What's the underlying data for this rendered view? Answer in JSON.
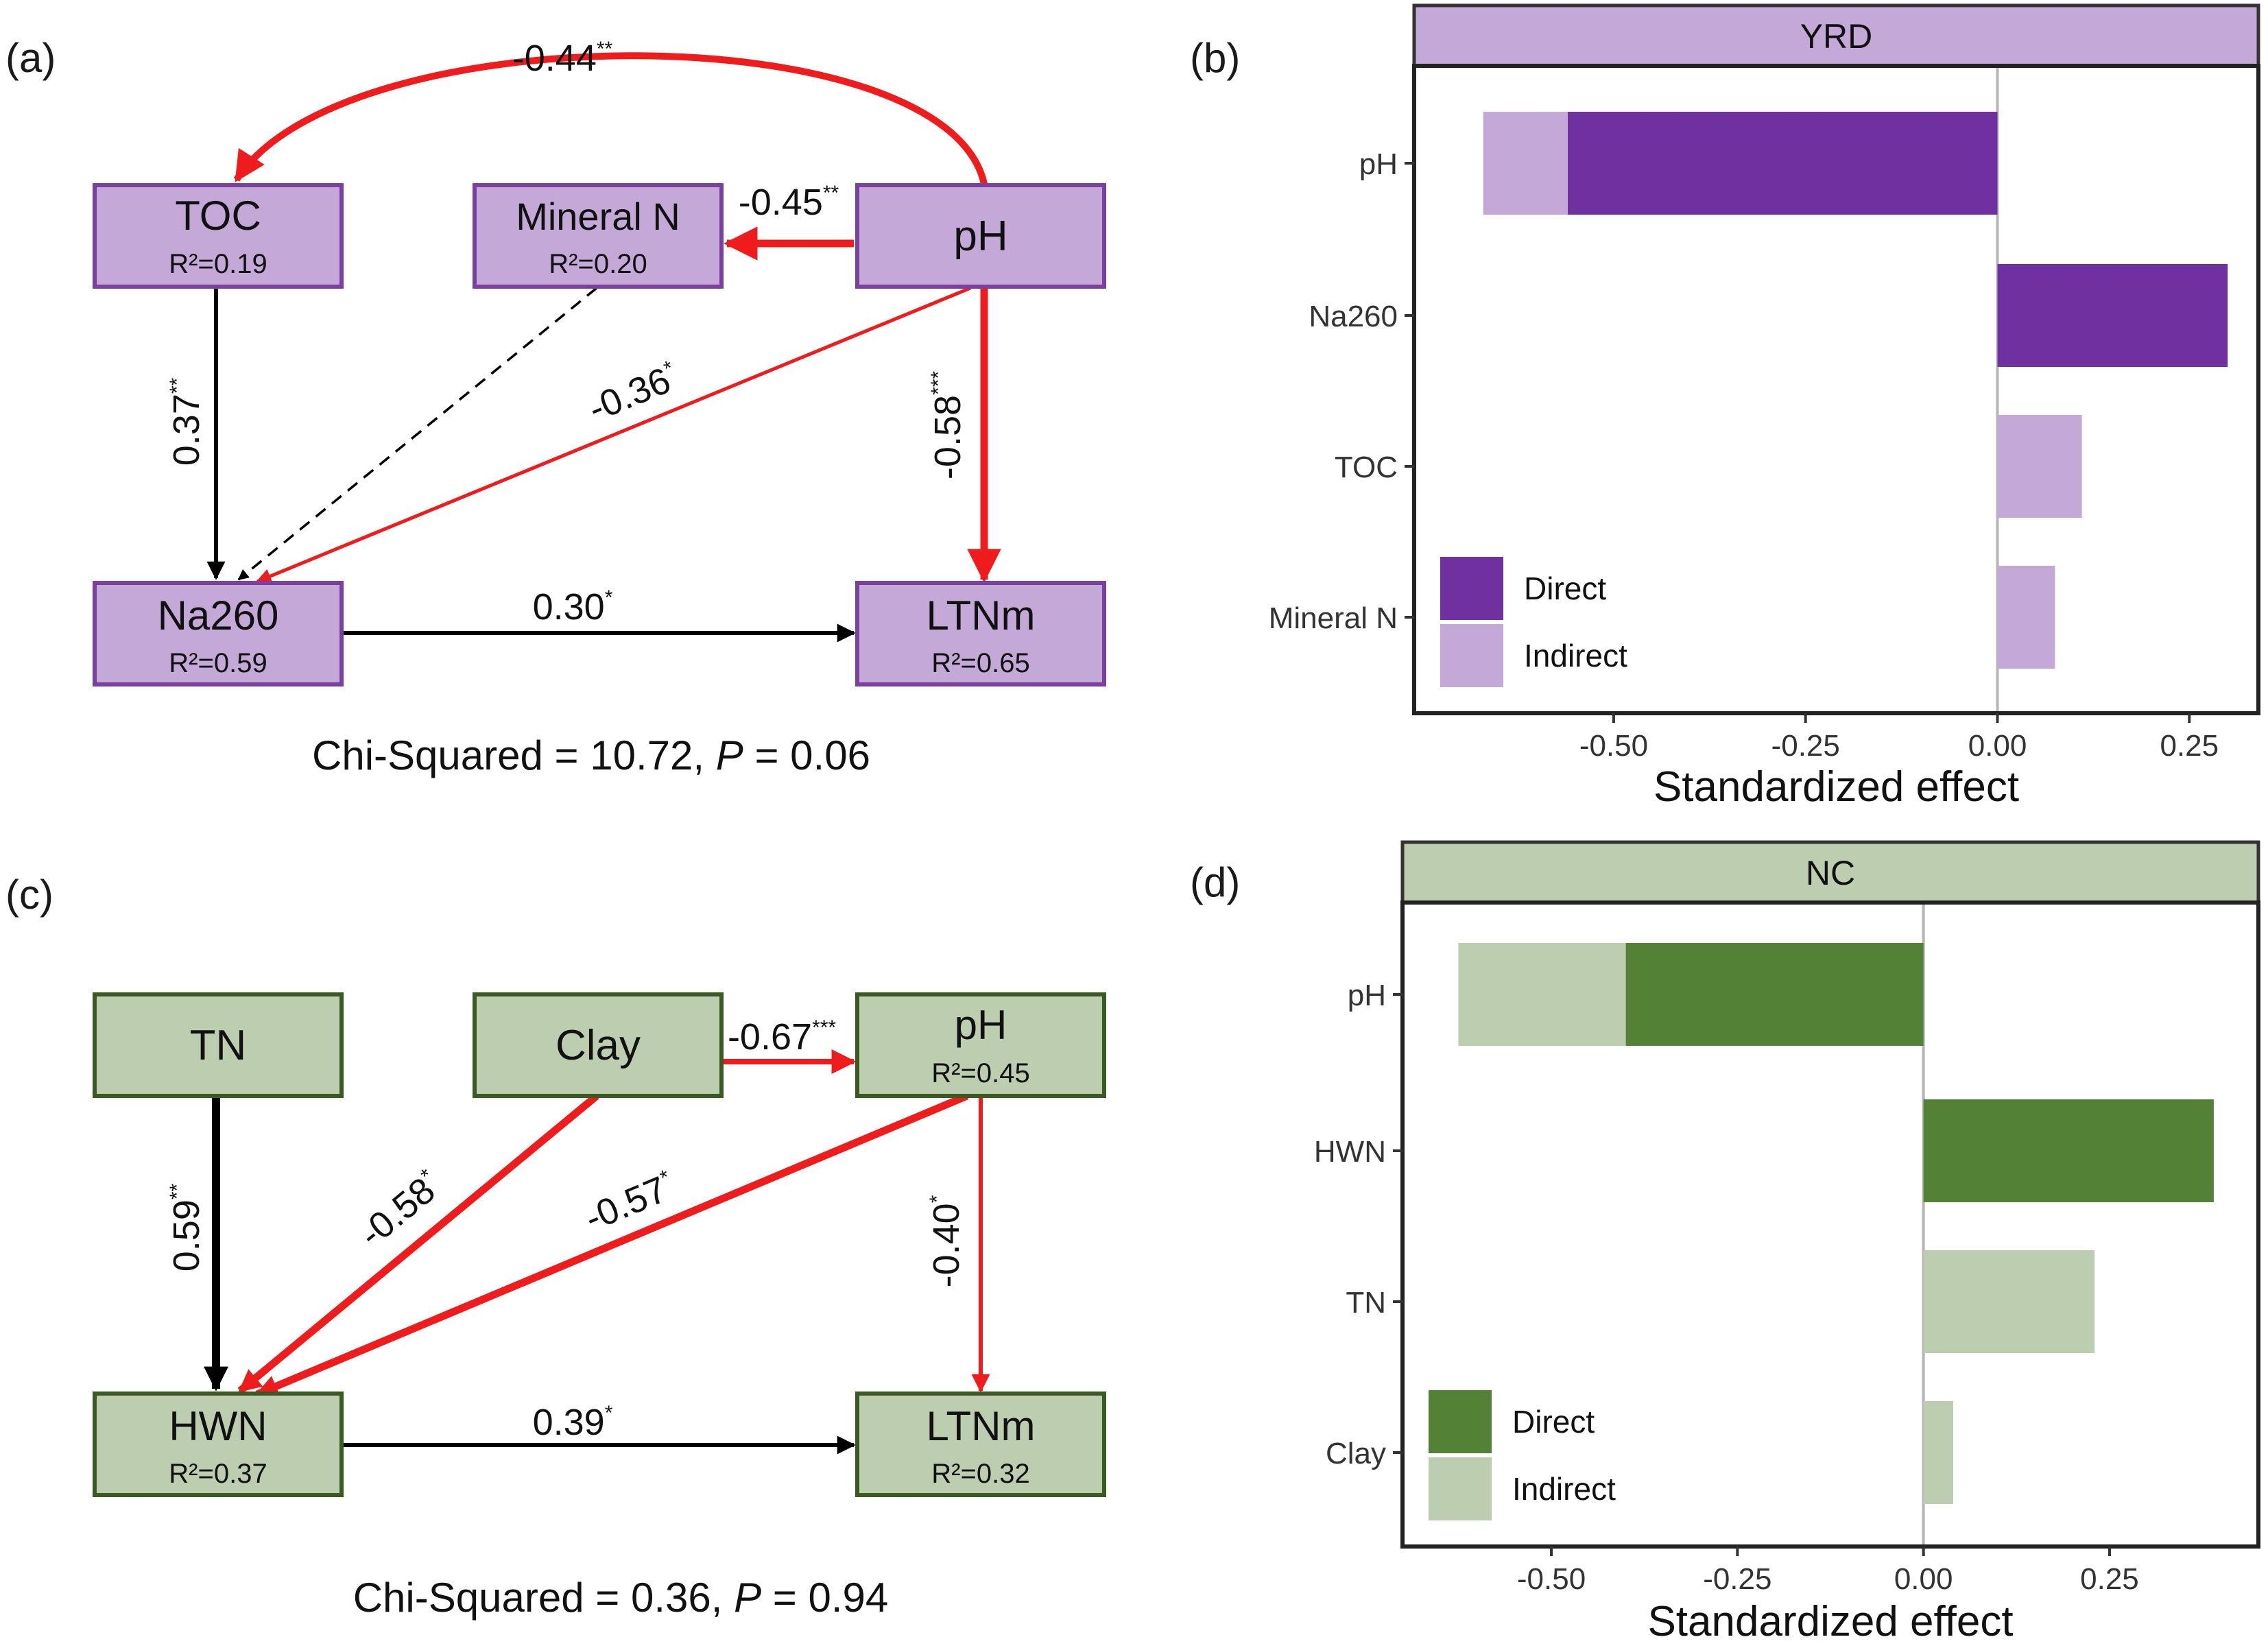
{
  "sem_panels": [
    {
      "id": "a",
      "panel_label": "(a)",
      "fill": "#c4a9d8",
      "stroke": "#7b3fa0",
      "nodes": [
        {
          "id": "TOC",
          "label": "TOC",
          "r2": "R²=0.19"
        },
        {
          "id": "MinN",
          "label": "Mineral N",
          "r2": "R²=0.20"
        },
        {
          "id": "pH",
          "label": "pH",
          "r2": ""
        },
        {
          "id": "Na260",
          "label": "Na260",
          "r2": "R²=0.59"
        },
        {
          "id": "LTNm",
          "label": "LTNm",
          "r2": "R²=0.65"
        }
      ],
      "paths": [
        {
          "from": "pH",
          "to": "TOC",
          "coef": "-0.44",
          "sig": "**",
          "color": "red"
        },
        {
          "from": "pH",
          "to": "MinN",
          "coef": "-0.45",
          "sig": "**",
          "color": "red"
        },
        {
          "from": "TOC",
          "to": "Na260",
          "coef": "0.37",
          "sig": "**",
          "color": "black"
        },
        {
          "from": "MinN",
          "to": "Na260",
          "coef": "",
          "sig": "",
          "color": "black-dashed"
        },
        {
          "from": "pH",
          "to": "Na260",
          "coef": "-0.36",
          "sig": "*",
          "color": "red"
        },
        {
          "from": "pH",
          "to": "LTNm",
          "coef": "-0.58",
          "sig": "***",
          "color": "red"
        },
        {
          "from": "Na260",
          "to": "LTNm",
          "coef": "0.30",
          "sig": "*",
          "color": "black"
        }
      ],
      "fit_prefix": "Chi-Squared = 10.72, ",
      "fit_p_label": "P",
      "fit_suffix": " = 0.06"
    },
    {
      "id": "c",
      "panel_label": "(c)",
      "fill": "#bccdb0",
      "stroke": "#3a5a22",
      "nodes": [
        {
          "id": "TN",
          "label": "TN",
          "r2": ""
        },
        {
          "id": "Clay",
          "label": "Clay",
          "r2": ""
        },
        {
          "id": "pH",
          "label": "pH",
          "r2": "R²=0.45"
        },
        {
          "id": "HWN",
          "label": "HWN",
          "r2": "R²=0.37"
        },
        {
          "id": "LTNm",
          "label": "LTNm",
          "r2": "R²=0.32"
        }
      ],
      "paths": [
        {
          "from": "Clay",
          "to": "pH",
          "coef": "-0.67",
          "sig": "***",
          "color": "red"
        },
        {
          "from": "TN",
          "to": "HWN",
          "coef": "0.59",
          "sig": "**",
          "color": "black"
        },
        {
          "from": "Clay",
          "to": "HWN",
          "coef": "-0.58",
          "sig": "*",
          "color": "red"
        },
        {
          "from": "pH",
          "to": "HWN",
          "coef": "-0.57",
          "sig": "*",
          "color": "red"
        },
        {
          "from": "pH",
          "to": "LTNm",
          "coef": "-0.40",
          "sig": "*",
          "color": "red"
        },
        {
          "from": "HWN",
          "to": "LTNm",
          "coef": "0.39",
          "sig": "*",
          "color": "black"
        }
      ],
      "fit_prefix": "Chi-Squared = 0.36, ",
      "fit_p_label": "P",
      "fit_suffix": " = 0.94"
    }
  ],
  "chart_data": [
    {
      "panel_label": "(b)",
      "type": "bar",
      "orientation": "horizontal",
      "stacked": true,
      "strip_title": "YRD",
      "strip_color": "#c4a9d8",
      "categories": [
        "pH",
        "Na260",
        "TOC",
        "Mineral N"
      ],
      "series": [
        {
          "name": "Direct",
          "color": "#7030a0",
          "values": [
            -0.56,
            0.3,
            0,
            0
          ]
        },
        {
          "name": "Indirect",
          "color": "#c4a9d8",
          "values": [
            -0.11,
            0,
            0.11,
            0.075
          ]
        }
      ],
      "xlabel": "Standardized effect",
      "xlim": [
        -0.76,
        0.34
      ],
      "xticks": [
        -0.5,
        -0.25,
        0.0,
        0.25
      ],
      "xtick_labels": [
        "-0.50",
        "-0.25",
        "0.00",
        "0.25"
      ],
      "legend_position": "bottom-left"
    },
    {
      "panel_label": "(d)",
      "type": "bar",
      "orientation": "horizontal",
      "stacked": true,
      "strip_title": "NC",
      "strip_color": "#bccdb0",
      "categories": [
        "pH",
        "HWN",
        "TN",
        "Clay"
      ],
      "series": [
        {
          "name": "Direct",
          "color": "#538135",
          "values": [
            -0.4,
            0.39,
            0,
            0
          ]
        },
        {
          "name": "Indirect",
          "color": "#bccdb0",
          "values": [
            -0.225,
            0,
            0.23,
            0.04
          ]
        }
      ],
      "xlabel": "Standardized effect",
      "xlim": [
        -0.7,
        0.45
      ],
      "xticks": [
        -0.5,
        -0.25,
        0.0,
        0.25
      ],
      "xtick_labels": [
        "-0.50",
        "-0.25",
        "0.00",
        "0.25"
      ],
      "legend_position": "bottom-left"
    }
  ]
}
